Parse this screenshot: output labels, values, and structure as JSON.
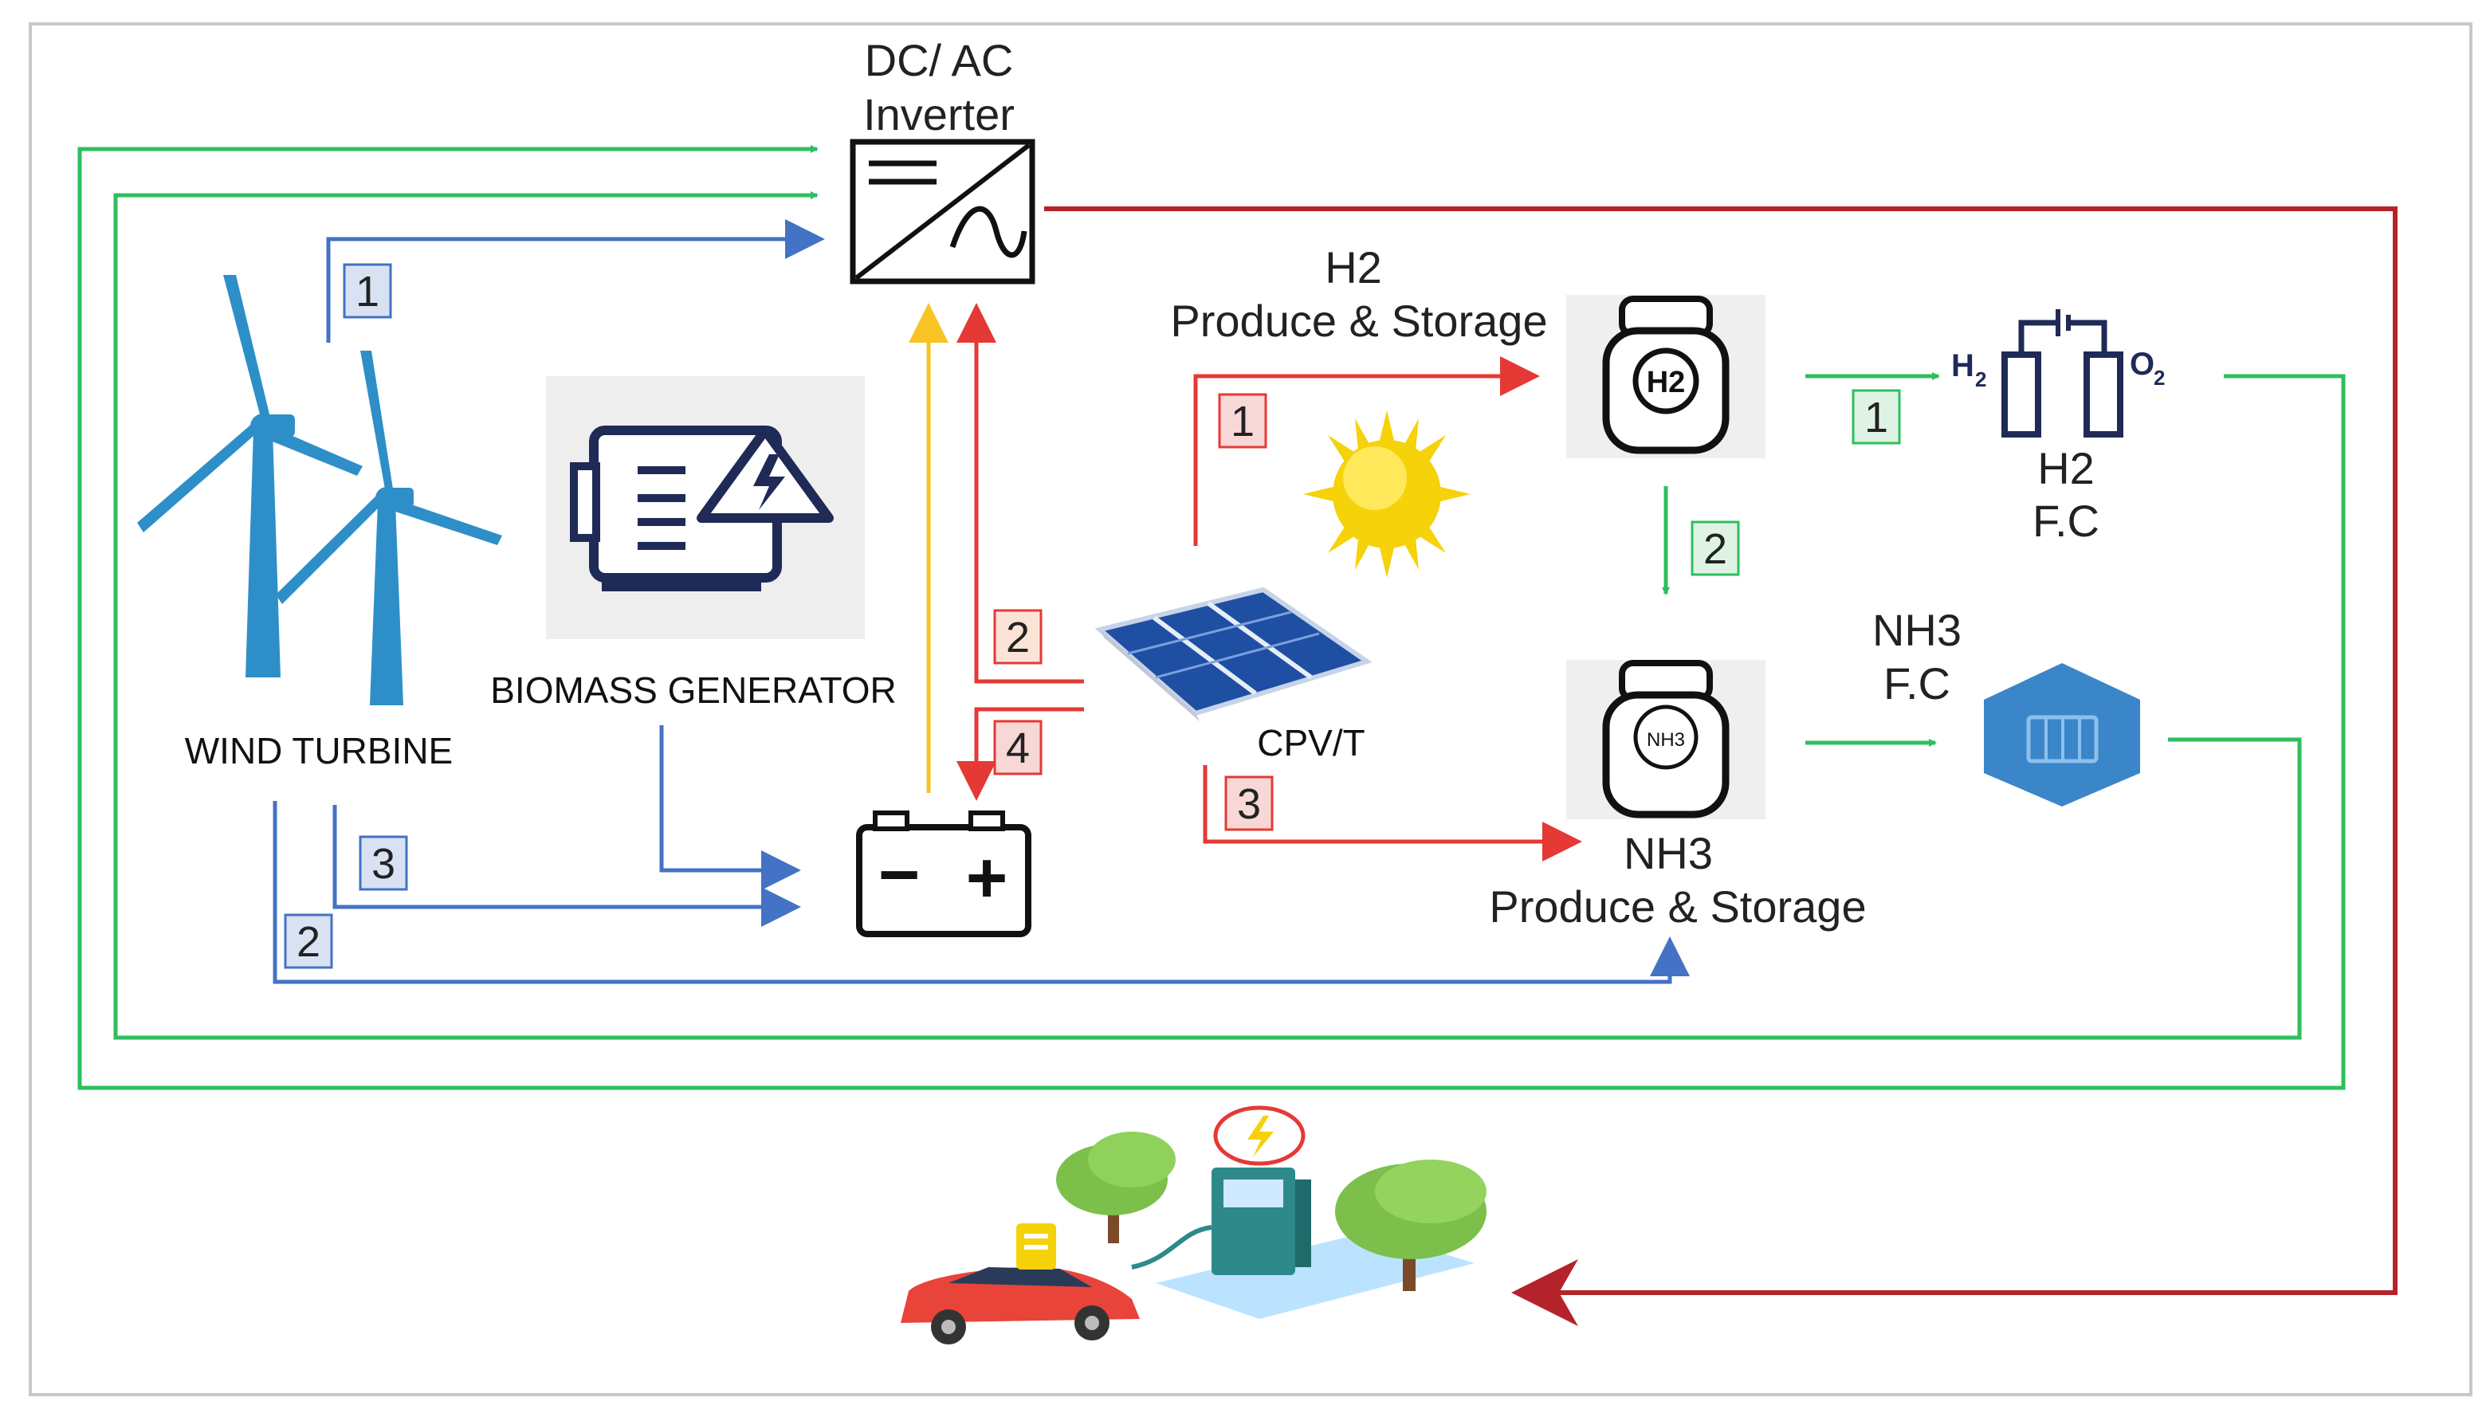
{
  "labels": {
    "inverter_line1": "DC/ AC",
    "inverter_line2": "Inverter",
    "h2_storage_line1": "H2",
    "h2_storage_line2": "Produce & Storage",
    "h2_fc_line1": "H2",
    "h2_fc_line2": "F.C",
    "nh3_fc_line1": "NH3",
    "nh3_fc_line2": "F.C",
    "nh3_storage_line1": "NH3",
    "nh3_storage_line2": "Produce & Storage",
    "wind_turbine": "WIND TURBINE",
    "biomass_generator": "BIOMASS GENERATOR",
    "cpvt": "CPV/T",
    "h2_symbol": "H",
    "h2_sub": "2",
    "o2_symbol": "O",
    "o2_sub": "2",
    "tank_h2": "H2",
    "tank_nh3": "NH3",
    "battery_minus": "−",
    "battery_plus": "+"
  },
  "badges": {
    "wind_to_inverter": "1",
    "wind_to_nh3": "2",
    "wind_to_battery": "3",
    "cpv_to_h2": "1",
    "cpv_to_inverter": "2",
    "cpv_to_nh3": "3",
    "cpv_to_battery": "4",
    "h2_to_fc": "1",
    "h2_to_nh3": "2"
  },
  "colors": {
    "green_flow": "#2dbf5e",
    "blue_flow": "#4472c4",
    "red_flow": "#e53935",
    "darkred_flow": "#b5232a",
    "yellow_flow": "#f7c325",
    "turbine": "#2e8fc8",
    "navy": "#1f2a56",
    "sun": "#f5d20a",
    "hexagon": "#3a86c9"
  },
  "icons": {
    "wind": "wind-turbine-icon",
    "generator": "biomass-generator-icon",
    "inverter": "inverter-icon",
    "battery": "battery-icon",
    "sun": "sun-icon",
    "solar": "solar-panel-icon",
    "h2tank": "h2-tank-icon",
    "nh3tank": "nh3-tank-icon",
    "fuelcell": "h2-fuel-cell-icon",
    "hex": "nh3-fuel-cell-icon",
    "ev": "ev-charging-station-icon"
  }
}
